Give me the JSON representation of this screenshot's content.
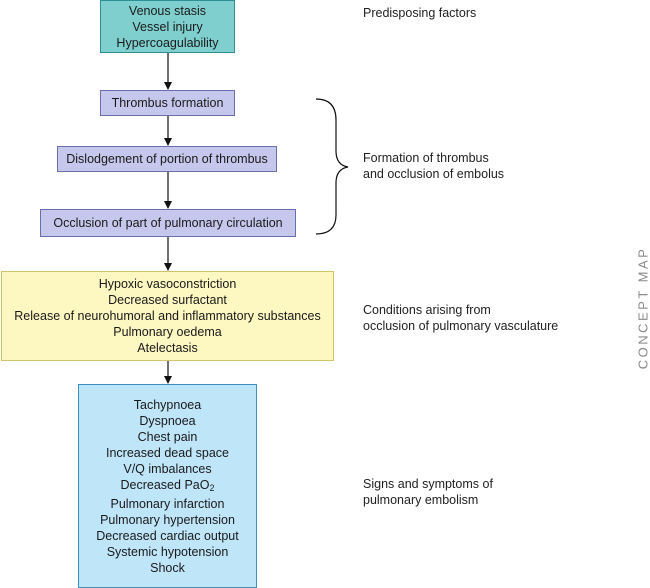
{
  "boxes": {
    "predisposing": [
      "Venous stasis",
      "Vessel injury",
      "Hypercoagulability"
    ],
    "thrombus_formation": "Thrombus formation",
    "dislodgement": "Dislodgement of portion of thrombus",
    "occlusion": "Occlusion of part of pulmonary circulation",
    "conditions": [
      "Hypoxic vasoconstriction",
      "Decreased surfactant",
      "Release of neurohumoral and inflammatory substances",
      "Pulmonary oedema",
      "Atelectasis"
    ],
    "signs": [
      "Tachypnoea",
      "Dyspnoea",
      "Chest pain",
      "Increased dead space",
      "V/Q imbalances",
      "Decreased PaO",
      "Pulmonary infarction",
      "Pulmonary hypertension",
      "Decreased cardiac output",
      "Systemic hypotension",
      "Shock"
    ],
    "pao2_subscript": "2"
  },
  "labels": {
    "predisposing": "Predisposing factors",
    "formation": [
      "Formation of thrombus",
      "and occlusion of embolus"
    ],
    "conditions": [
      "Conditions arising from",
      "occlusion of pulmonary vasculature"
    ],
    "signs": [
      "Signs and symptoms of",
      "pulmonary embolism"
    ]
  },
  "side_title": "CONCEPT MAP",
  "colors": {
    "teal_box": "#7fcfcf",
    "lavender_box": "#c5c8ec",
    "yellow_box": "#fdf7c2",
    "blue_box": "#bfe5f9",
    "arrow": "#111111"
  }
}
